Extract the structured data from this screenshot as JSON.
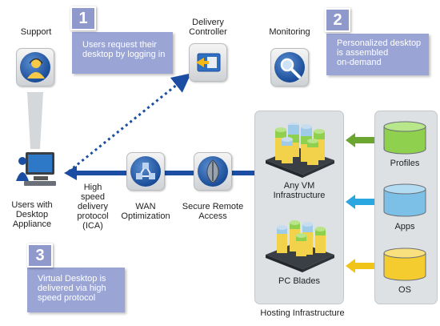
{
  "labels": {
    "support": "Support",
    "delivery_controller": "Delivery\nController",
    "monitoring": "Monitoring",
    "users": "Users with\nDesktop\nAppliance",
    "ica": "High\nspeed\ndelivery\nprotocol\n(ICA)",
    "wan": "WAN\nOptimization",
    "secure_access": "Secure Remote\nAccess",
    "any_vm": "Any VM\nInfrastructure",
    "pc_blades": "PC Blades",
    "profiles": "Profiles",
    "apps": "Apps",
    "os": "OS",
    "hosting": "Hosting Infrastructure"
  },
  "callouts": [
    {
      "number": "1",
      "text": "Users request their\ndesktop by logging in"
    },
    {
      "number": "2",
      "text": "Personalized desktop\nis assembled\non-demand"
    },
    {
      "number": "3",
      "text": "Virtual Desktop is\ndelivered via high\nspeed protocol"
    }
  ],
  "icons": {
    "support": "user-headset-icon",
    "delivery_controller": "controller-icon",
    "monitoring": "magnifier-icon",
    "users": "desktop-user-icon",
    "wan": "network-icon",
    "secure_access": "shield-icon",
    "any_vm": "vm-stack-icon",
    "pc_blades": "blade-stack-icon",
    "profiles": "database-icon",
    "apps": "database-icon",
    "os": "database-icon"
  },
  "colors": {
    "callout": "#9aa5d6",
    "main_arrow": "#1b4ea2",
    "profiles": "#8fd04e",
    "apps": "#7cc0e8",
    "os": "#f5cc2f",
    "profiles_arrow": "#6aa630",
    "apps_arrow": "#2aa7e0",
    "os_arrow": "#f0c419"
  }
}
